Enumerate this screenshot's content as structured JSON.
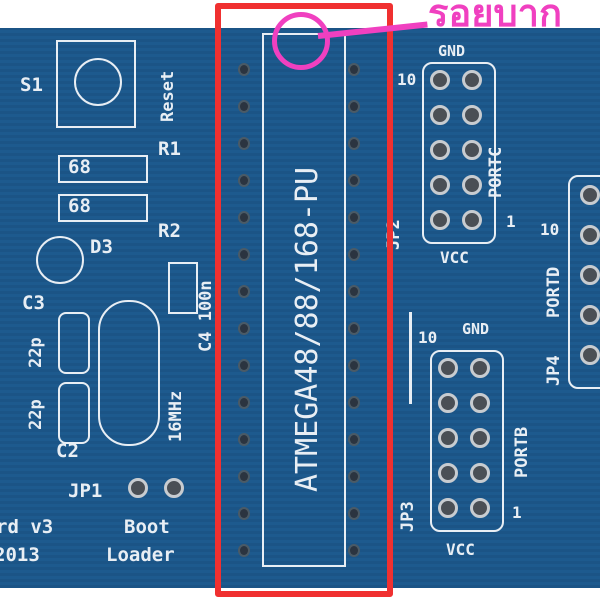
{
  "annotation": {
    "label": "รอยบาก",
    "color": "#f040c0",
    "highlight_color": "#f03030"
  },
  "chip": {
    "label": "ATMEGA48/88/168-PU"
  },
  "left": {
    "s1": "S1",
    "reset": "Reset",
    "r1": "R1",
    "r2": "R2",
    "res1": "68",
    "res2": "68",
    "d3": "D3",
    "c3": "C3",
    "c3_val": "22p",
    "c2": "C2",
    "c2_val": "22p",
    "c4": "C4 100n",
    "crystal": "16MHz",
    "jp1": "JP1",
    "boot": "Boot",
    "loader": "Loader",
    "board_name": "rd v3",
    "year": "2013"
  },
  "jp2": {
    "name": "JP2",
    "port": "PORTC",
    "gnd": "GND",
    "vcc": "VCC",
    "pin10": "10",
    "pin1": "1"
  },
  "jp3": {
    "name": "JP3",
    "port": "PORTB",
    "gnd": "GND",
    "vcc": "VCC",
    "pin10": "10",
    "pin1": "1"
  },
  "jp4": {
    "name": "JP4",
    "port": "PORTD",
    "pin10": "10"
  }
}
